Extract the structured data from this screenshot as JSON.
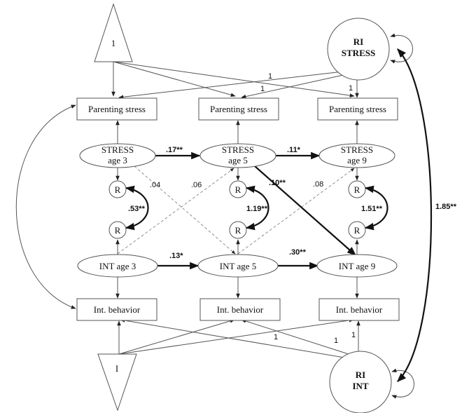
{
  "nodes": {
    "intercept_stress": "1",
    "intercept_int": "I",
    "ri_stress": [
      "RI",
      "STRESS"
    ],
    "ri_int": [
      "RI",
      "INT"
    ],
    "parenting_stress": [
      "Parenting stress",
      "Parenting stress",
      "Parenting stress"
    ],
    "stress": [
      [
        "STRESS",
        "age 3"
      ],
      [
        "STRESS",
        "age 5"
      ],
      [
        "STRESS",
        "age 9"
      ]
    ],
    "residual": "R",
    "int": [
      "INT age 3",
      "INT age 5",
      "INT age 9"
    ],
    "int_behavior": [
      "Int. behavior",
      "Int. behavior",
      "Int. behavior"
    ]
  },
  "coefficients": {
    "stress_3_5": ".17**",
    "stress_5_9": ".11*",
    "int_3_5": ".13*",
    "int_5_9": ".30**",
    "cross_stress3_int5": ".04",
    "cross_int3_stress5": ".06",
    "cross_stress5_int9": ".10**",
    "cross_int5_stress9": ".08",
    "resid_cov_3": ".53**",
    "resid_cov_5": "1.19**",
    "resid_cov_9": "1.51**",
    "ri_cov": "1.85**",
    "loading_ri_stress": [
      "1",
      "1",
      "1"
    ],
    "loading_ri_int": [
      "1",
      "1",
      "1"
    ]
  }
}
